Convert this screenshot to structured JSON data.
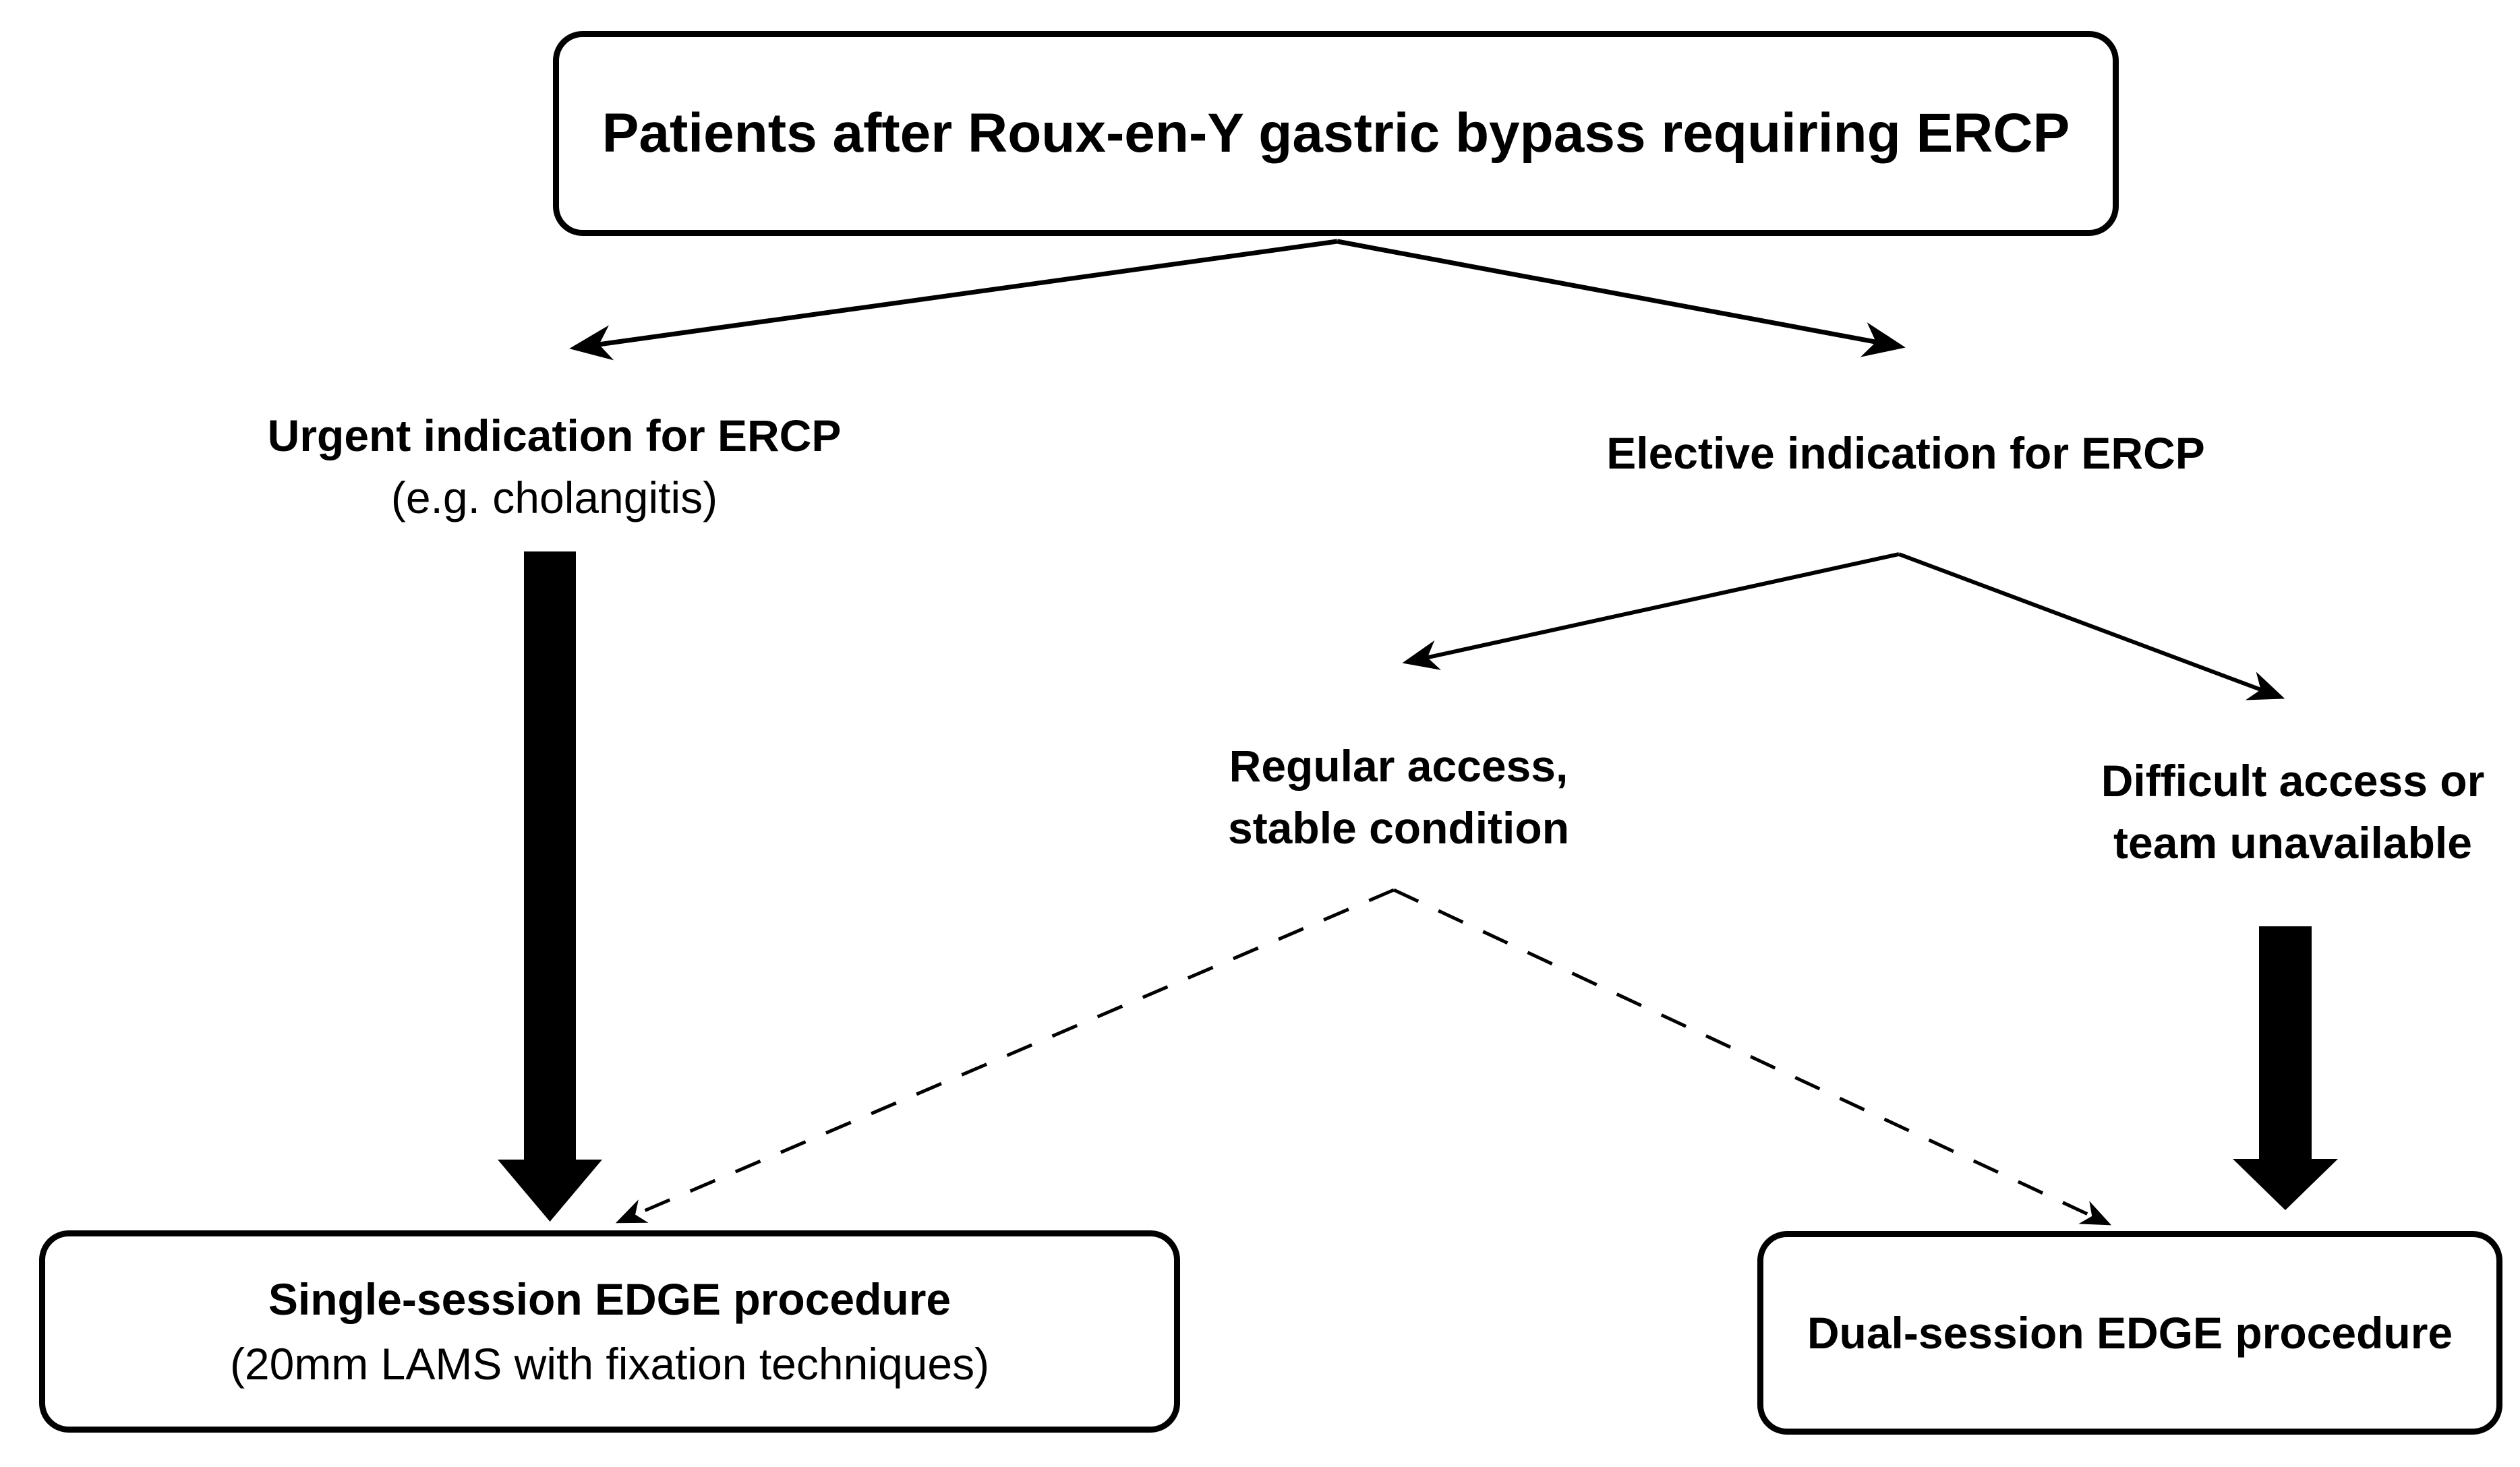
{
  "diagram": {
    "background_color": "#ffffff",
    "line_color": "#000000",
    "text_color": "#000000",
    "title_box": {
      "label": "Patients after Roux-en-Y gastric bypass requiring ERCP"
    },
    "branches": {
      "urgent": {
        "label": "Urgent indication for ERCP",
        "sublabel": "(e.g. cholangitis)"
      },
      "elective": {
        "label": "Elective indication for ERCP"
      },
      "regular_access": {
        "line1": "Regular access,",
        "line2": "stable condition"
      },
      "difficult_access": {
        "line1": "Difficult access or",
        "line2": "team unavailable"
      }
    },
    "outcomes": {
      "single_session": {
        "label": "Single-session EDGE procedure",
        "sublabel": "(20mm LAMS with fixation techniques)"
      },
      "dual_session": {
        "label": "Dual-session EDGE procedure"
      }
    },
    "edges": [
      {
        "from": "title_box",
        "to": "urgent",
        "style": "thin-solid-arrow"
      },
      {
        "from": "title_box",
        "to": "elective",
        "style": "thin-solid-arrow"
      },
      {
        "from": "elective",
        "to": "regular_access",
        "style": "thin-solid-arrow"
      },
      {
        "from": "elective",
        "to": "difficult_access",
        "style": "thin-solid-arrow"
      },
      {
        "from": "urgent",
        "to": "single_session",
        "style": "thick-block-arrow"
      },
      {
        "from": "regular_access",
        "to": "single_session",
        "style": "dashed-arrow"
      },
      {
        "from": "regular_access",
        "to": "dual_session",
        "style": "dashed-arrow"
      },
      {
        "from": "difficult_access",
        "to": "dual_session",
        "style": "thick-block-arrow"
      }
    ]
  }
}
